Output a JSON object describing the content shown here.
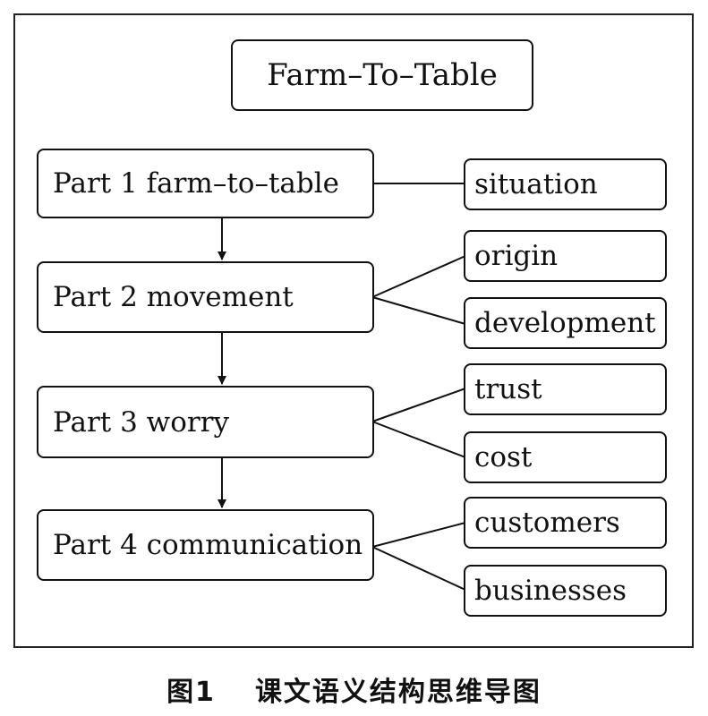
{
  "diagram": {
    "title": "Farm–To–Table",
    "parts": [
      {
        "label": "Part 1 farm–to–table",
        "children": [
          "situation"
        ]
      },
      {
        "label": "Part 2 movement",
        "children": [
          "origin",
          "development"
        ]
      },
      {
        "label": "Part 3 worry",
        "children": [
          "trust",
          "cost"
        ]
      },
      {
        "label": "Part 4 communication",
        "children": [
          "customers",
          "businesses"
        ]
      }
    ]
  },
  "caption": {
    "figure_number": "图1",
    "text": "课文语义结构思维导图"
  },
  "colors": {
    "line": "#111111",
    "background": "#ffffff"
  }
}
